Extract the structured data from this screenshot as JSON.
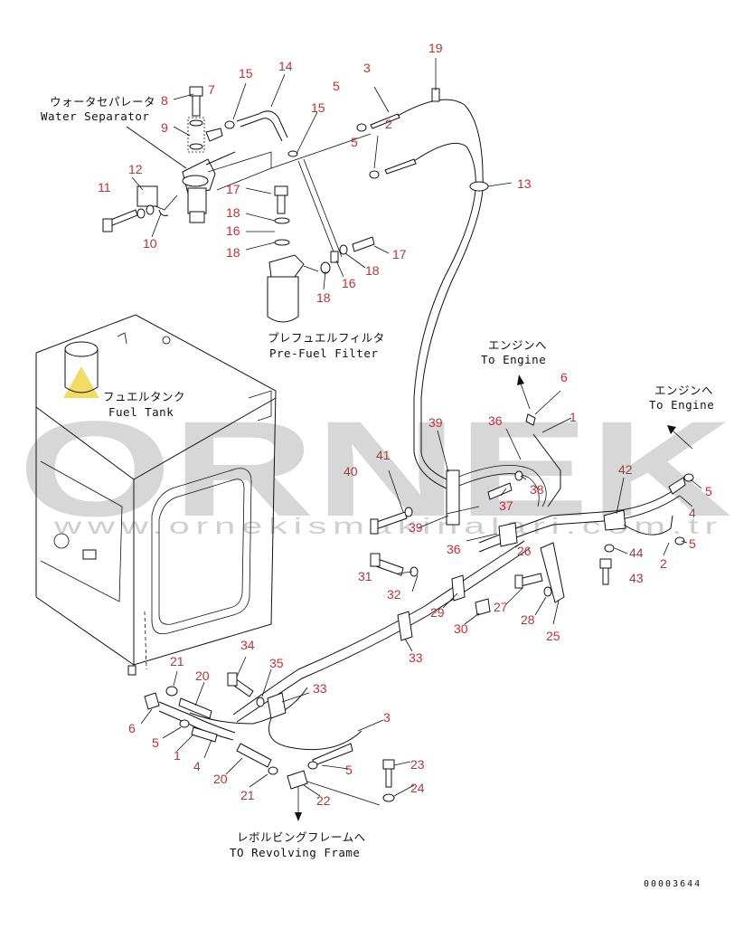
{
  "labels": {
    "water_separator_jp": "ウォータセパレータ",
    "water_separator_en": "Water Separator",
    "pre_fuel_filter_jp": "プレフュエルフィルタ",
    "pre_fuel_filter_en": "Pre-Fuel Filter",
    "fuel_tank_jp": "フュエルタンク",
    "fuel_tank_en": "Fuel Tank",
    "to_engine_1_jp": "エンジンへ",
    "to_engine_1_en": "To Engine",
    "to_engine_2_jp": "エンジンへ",
    "to_engine_2_en": "To Engine",
    "revolving_jp": "レボルビングフレームへ",
    "revolving_en": "TO Revolving Frame",
    "drawing_code": "00003644"
  },
  "watermark": {
    "brand": "ORNEK",
    "url": "www.ornekismakinalari.com.tr"
  },
  "part_numbers": {
    "p19": "19",
    "p3a": "3",
    "p2a": "2",
    "p5a": "5",
    "p5b": "5",
    "p14": "14",
    "p15a": "15",
    "p15b": "15",
    "p8": "8",
    "p7": "7",
    "p9": "9",
    "p12": "12",
    "p11": "11",
    "p10": "10",
    "p13": "13",
    "p17a": "17",
    "p18a": "18",
    "p16a": "16",
    "p18b": "18",
    "p17b": "17",
    "p18c": "18",
    "p18d": "18",
    "p16b": "16",
    "p6a": "6",
    "p1a": "1",
    "p36a": "36",
    "p39a": "39",
    "p41": "41",
    "p40": "40",
    "p37": "37",
    "p38": "38",
    "p39b": "39",
    "p36b": "36",
    "p42": "42",
    "p5c": "5",
    "p4a": "4",
    "p5d": "5",
    "p44": "44",
    "p2b": "2",
    "p43": "43",
    "p31": "31",
    "p26": "26",
    "p32": "32",
    "p29": "29",
    "p27": "27",
    "p28": "28",
    "p30": "30",
    "p25": "25",
    "p33a": "33",
    "p34": "34",
    "p35": "35",
    "p21a": "21",
    "p20a": "20",
    "p33b": "33",
    "p3b": "3",
    "p6b": "6",
    "p5e": "5",
    "p1b": "1",
    "p4b": "4",
    "p20b": "20",
    "p21b": "21",
    "p5f": "5",
    "p22": "22",
    "p23": "23",
    "p24": "24"
  }
}
